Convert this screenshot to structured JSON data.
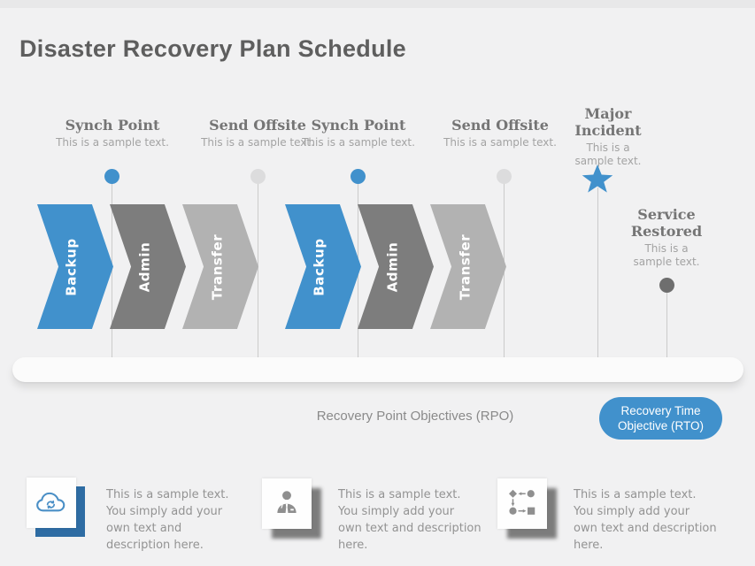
{
  "title": "Disaster Recovery Plan Schedule",
  "colors": {
    "background": "#f1f1f2",
    "blue": "#4191cc",
    "chevron_dark": "#7d7d7d",
    "chevron_light": "#b2b2b2",
    "dot_light": "#dcdcdd",
    "dot_dark": "#6e6e6e",
    "card_shadow_blue": "#2e6ca3"
  },
  "milestones": [
    {
      "title": "Synch Point",
      "desc": "This is a sample text.",
      "marker": "blue-dot"
    },
    {
      "title": "Send Offsite",
      "desc": "This is a sample text.",
      "marker": "light-dot"
    },
    {
      "title": "Synch Point",
      "desc": "This is a sample text.",
      "marker": "blue-dot"
    },
    {
      "title": "Send Offsite",
      "desc": "This is a sample text.",
      "marker": "light-dot"
    },
    {
      "title": "Major Incident",
      "desc": "This is a sample text.",
      "marker": "blue-star"
    },
    {
      "title": "Service Restored",
      "desc": "This is a sample text.",
      "marker": "dark-dot"
    }
  ],
  "chevrons": {
    "groups": [
      [
        "Backup",
        "Admin",
        "Transfer"
      ],
      [
        "Backup",
        "Admin",
        "Transfer"
      ]
    ]
  },
  "timeline": {
    "rpo_label": "Recovery Point Objectives (RPO)",
    "rto_label": "Recovery Time Objective (RTO)"
  },
  "bottom_items": [
    {
      "icon": "cloud-sync-icon",
      "text": "This is a sample text. You simply add your own text and description here."
    },
    {
      "icon": "admin-user-icon",
      "text": "This is a sample text. You simply add your own text and description here."
    },
    {
      "icon": "process-flow-icon",
      "text": "This is a sample text. You simply add your own text and description here."
    }
  ]
}
